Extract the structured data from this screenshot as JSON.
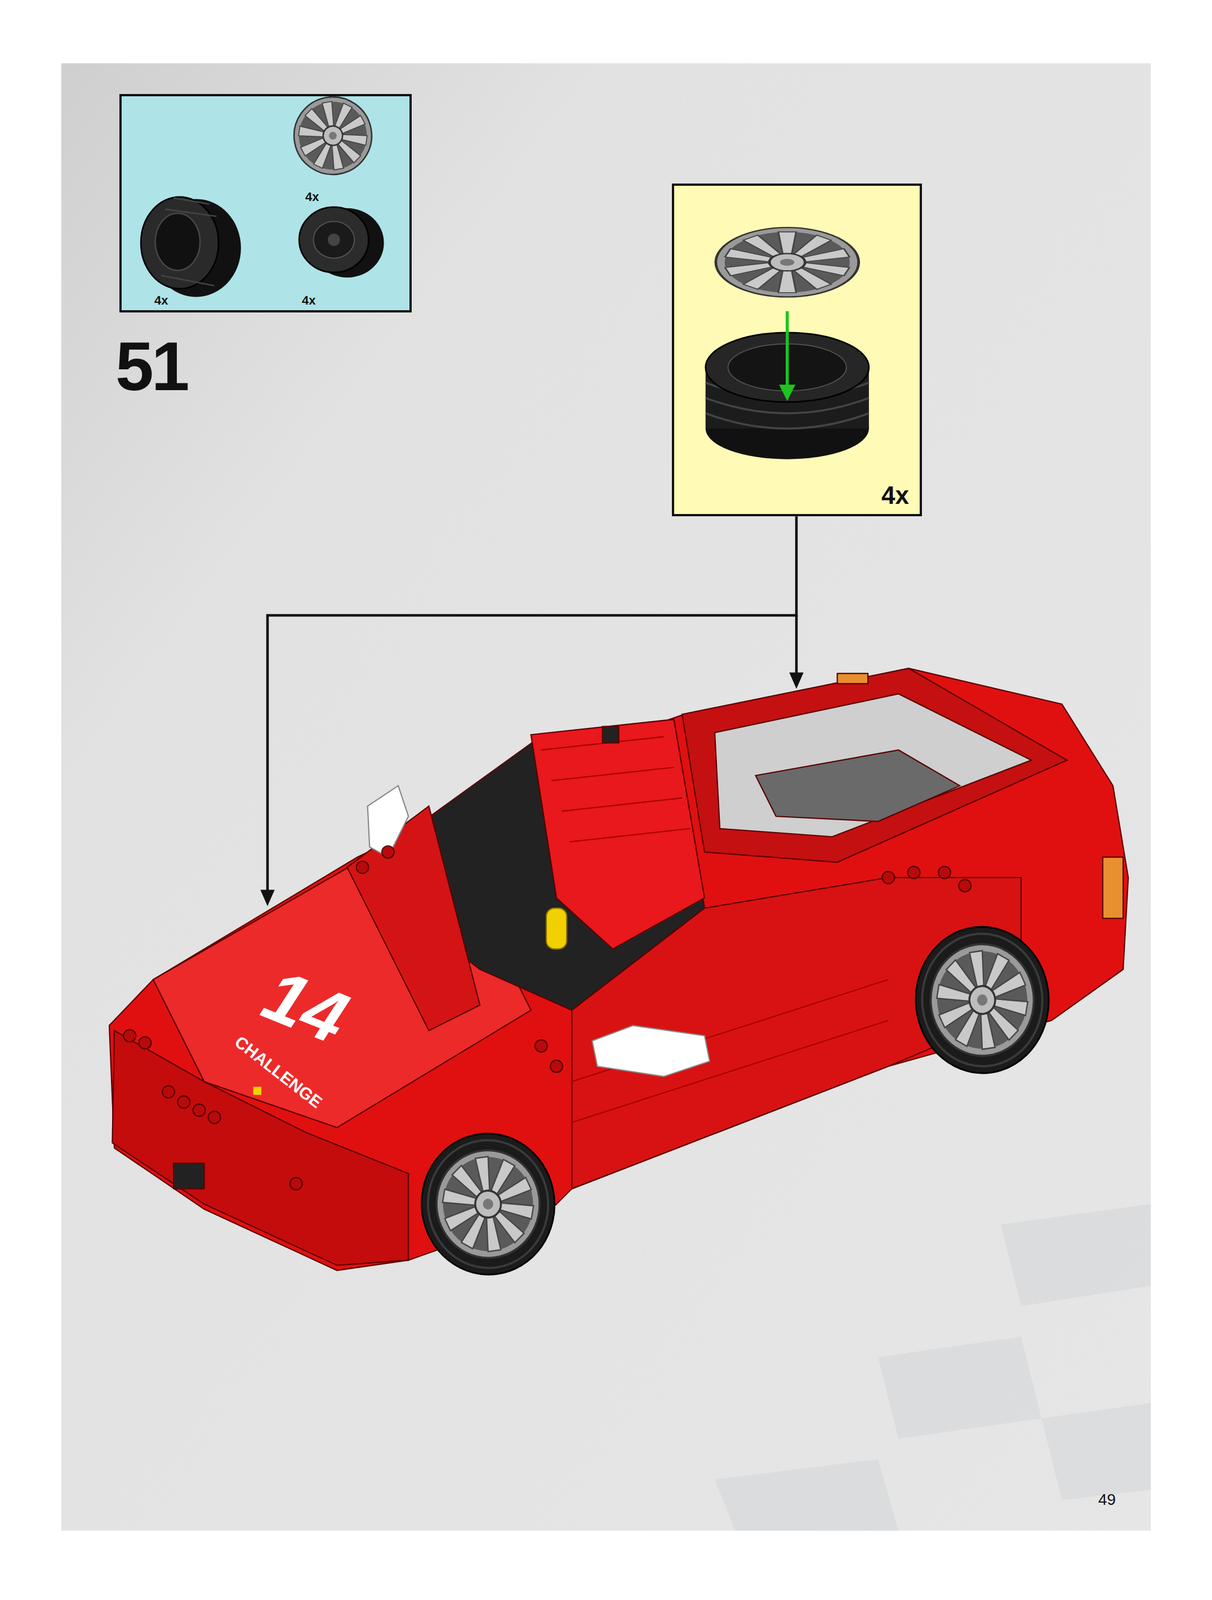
{
  "diagram": {
    "nodes": [
      {
        "text": [
          "4x",
          "4x",
          "4x"
        ]
      },
      {
        "text": [
          "4x"
        ]
      }
    ],
    "labels": [
      "51",
      "14",
      "CHALLENGE",
      "49"
    ]
  }
}
